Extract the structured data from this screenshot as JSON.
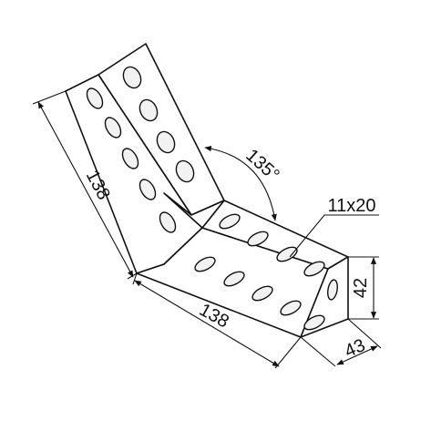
{
  "diagram": {
    "part": "45-degree angled bracket",
    "dimensions": {
      "length_upper": "138",
      "length_lower": "138",
      "height": "42",
      "width": "43",
      "angle": "135°",
      "slot": "11x20"
    },
    "colors": {
      "line": "#111111",
      "fill": "#ffffff",
      "hole": "#f2f2f2"
    }
  }
}
